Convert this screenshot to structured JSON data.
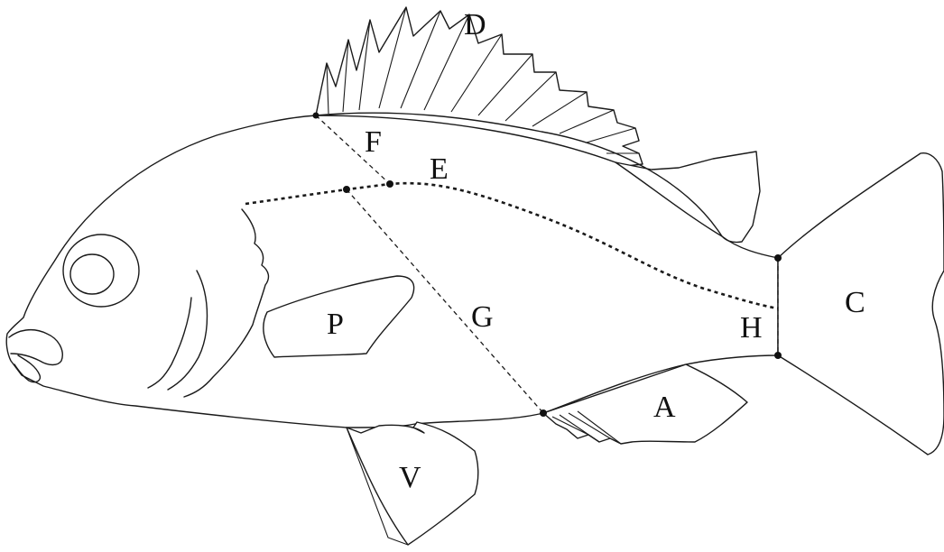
{
  "labels": {
    "dorsal_fin": "D",
    "caudal_fin": "C",
    "pectoral_fin": "P",
    "pelvic_fin": "V",
    "anal_fin": "A",
    "region_e": "E",
    "region_f": "F",
    "region_g": "G",
    "region_h": "H"
  }
}
